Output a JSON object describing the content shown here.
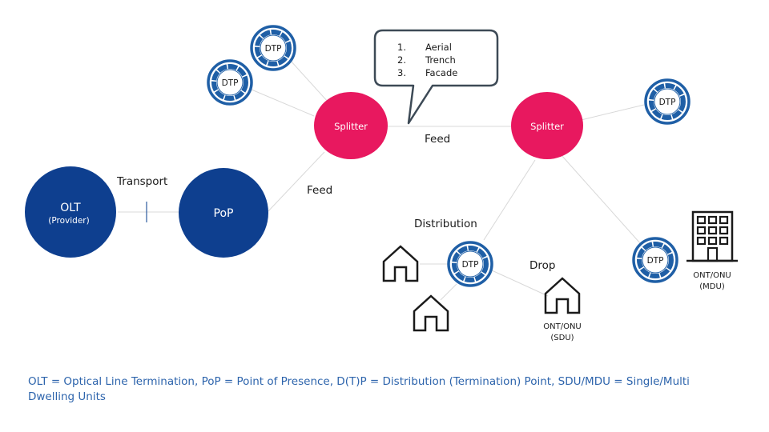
{
  "diagram": {
    "colors": {
      "provider_blue": "#0e3f8f",
      "splitter_pink": "#e8185f",
      "dtp_blue": "#1f5fa6",
      "line_gray": "#d8d8d8",
      "footnote_blue": "#2d64ac"
    },
    "nodes": {
      "olt": {
        "title": "OLT",
        "subtitle": "(Provider)"
      },
      "pop": {
        "title": "PoP"
      },
      "splitter_left": {
        "title": "Splitter"
      },
      "splitter_right": {
        "title": "Splitter"
      },
      "dtp_top": {
        "title": "DTP"
      },
      "dtp_left": {
        "title": "DTP"
      },
      "dtp_right_top": {
        "title": "DTP"
      },
      "dtp_distribution": {
        "title": "DTP"
      },
      "dtp_mdu": {
        "title": "DTP"
      }
    },
    "edge_labels": {
      "transport": "Transport",
      "feed_lower": "Feed",
      "feed_upper": "Feed",
      "distribution": "Distribution",
      "drop": "Drop"
    },
    "callout": {
      "items": [
        {
          "num": "1.",
          "text": "Aerial"
        },
        {
          "num": "2.",
          "text": "Trench"
        },
        {
          "num": "3.",
          "text": "Facade"
        }
      ]
    },
    "endpoints": {
      "sdu": {
        "line1": "ONT/ONU",
        "line2": "(SDU)"
      },
      "mdu": {
        "line1": "ONT/ONU",
        "line2": "(MDU)"
      }
    },
    "icons": [
      "house-icon",
      "building-icon"
    ]
  },
  "footnote": "OLT = Optical Line Termination, PoP = Point of Presence, D(T)P = Distribution (Termination) Point, SDU/MDU = Single/Multi Dwelling Units"
}
